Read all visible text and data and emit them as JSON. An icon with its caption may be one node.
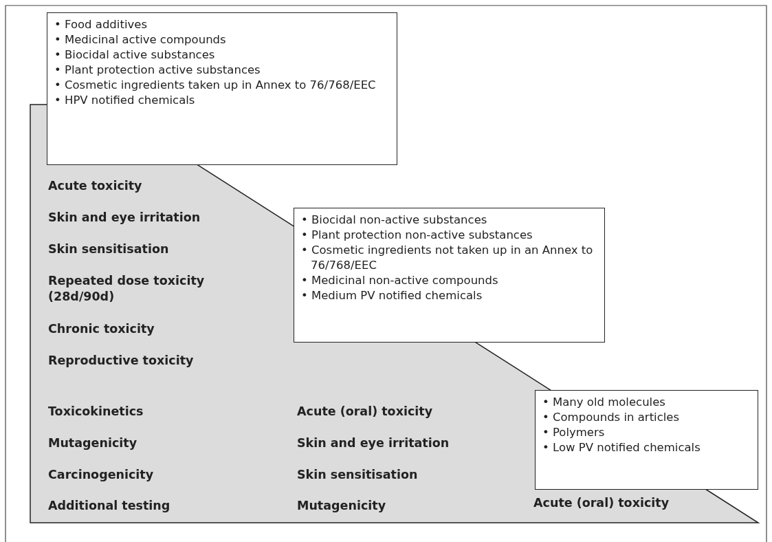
{
  "diagram": {
    "nodes": [
      {
        "text": [
          "• Food additives",
          "• Medicinal active compounds",
          "• Biocidal active substances",
          "• Plant protection active substances",
          "• Cosmetic ingredients taken up in Annex to 76/768/EEC",
          "• HPV notified chemicals"
        ]
      },
      {
        "text": [
          "• Biocidal non-active substances",
          "• Plant protection non-active substances",
          "• Cosmetic ingredients not taken up in an Annex to 76/768/EEC",
          "• Medicinal non-active compounds",
          "• Medium PV notified chemicals"
        ]
      },
      {
        "text": [
          "• Many old molecules",
          "• Compounds in articles",
          "• Polymers",
          "• Low PV notified chemicals"
        ]
      }
    ],
    "edges": [],
    "labels": [
      "Acute toxicity",
      "Skin and eye irritation",
      "Skin sensitisation",
      "Repeated dose toxicity (28d/90d)",
      "Chronic toxicity",
      "Reproductive toxicity",
      "Toxicokinetics",
      "Acute (oral) toxicity",
      "Mutagenicity",
      "Skin and eye irritation",
      "Carcinogenicity",
      "Skin sensitisation",
      "Additional testing",
      "Mutagenicity",
      "Acute (oral) toxicity"
    ]
  }
}
